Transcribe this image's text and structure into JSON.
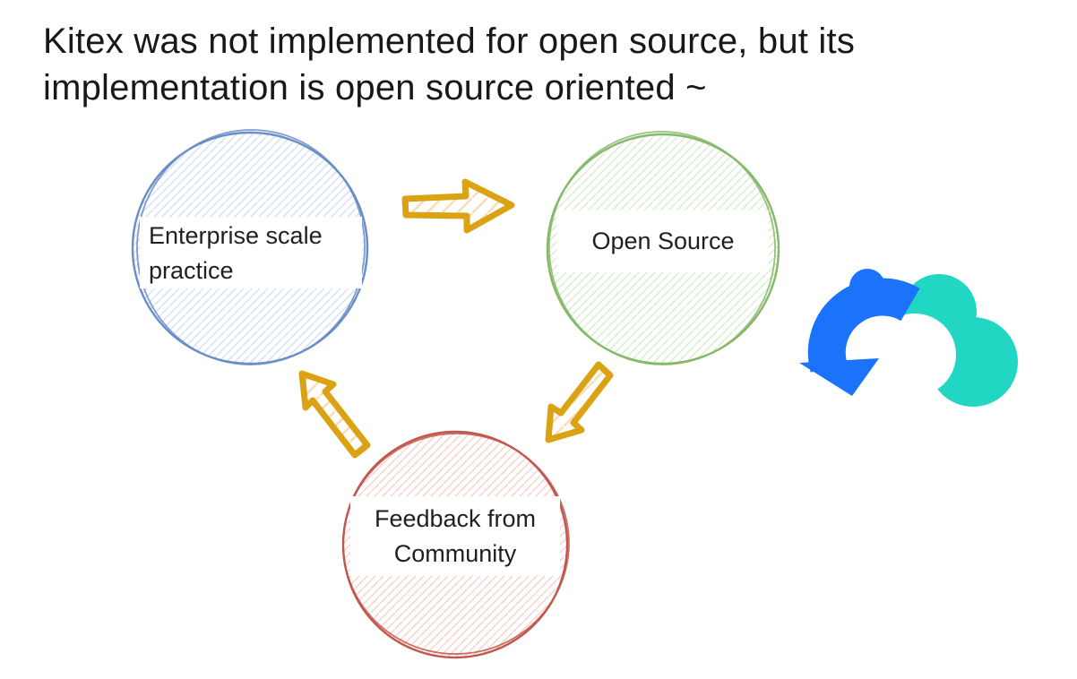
{
  "title": {
    "line1": "Kitex was not implemented for open source, but its",
    "line2": "implementation is open source oriented ~"
  },
  "diagram": {
    "nodes": [
      {
        "id": "enterprise-scale-practice",
        "label_line1": "Enterprise scale",
        "label_line2": "practice",
        "stroke": "#6a8cc8",
        "hatch": "#ccdcf1"
      },
      {
        "id": "open-source",
        "label": "Open Source",
        "stroke": "#85b868",
        "hatch": "#d4e8c8"
      },
      {
        "id": "feedback-from-community",
        "label_line1": "Feedback from",
        "label_line2": "Community",
        "stroke": "#c1574f",
        "hatch": "#f4cbc5"
      }
    ],
    "arrows": {
      "color": "#dba313",
      "hatch": "#f9debc",
      "items": [
        {
          "id": "enterprise-to-opensource",
          "direction": "right"
        },
        {
          "id": "opensource-to-feedback",
          "direction": "down-left"
        },
        {
          "id": "feedback-to-enterprise",
          "direction": "up-left"
        }
      ]
    },
    "logo": {
      "name": "cloudwego-logo",
      "blue": "#1b73fb",
      "teal": "#21d6c3"
    }
  }
}
